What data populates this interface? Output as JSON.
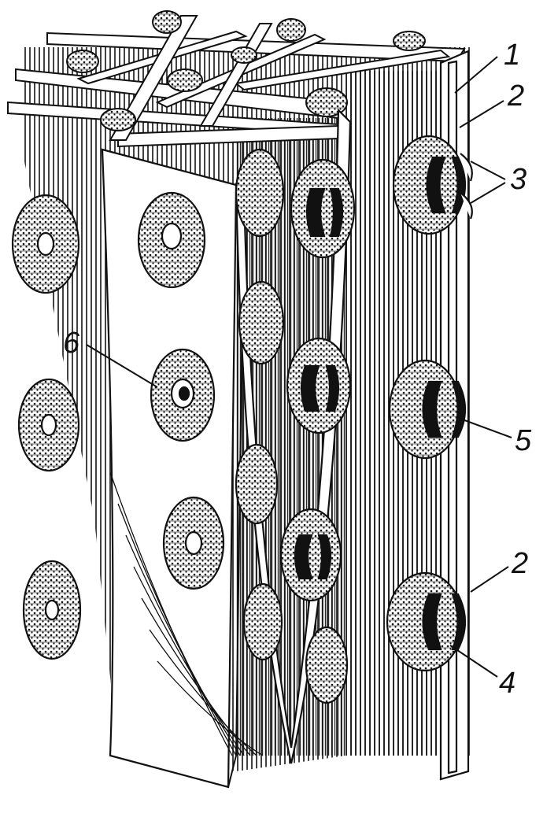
{
  "figure": {
    "colors": {
      "ink": "#111111",
      "paper": "#ffffff",
      "pit_fill": "#1a1a1a"
    },
    "labels": [
      {
        "id": "1",
        "text": "1"
      },
      {
        "id": "2a",
        "text": "2"
      },
      {
        "id": "3",
        "text": "3"
      },
      {
        "id": "5",
        "text": "5"
      },
      {
        "id": "2b",
        "text": "2"
      },
      {
        "id": "4",
        "text": "4"
      },
      {
        "id": "6",
        "text": "6"
      }
    ]
  }
}
